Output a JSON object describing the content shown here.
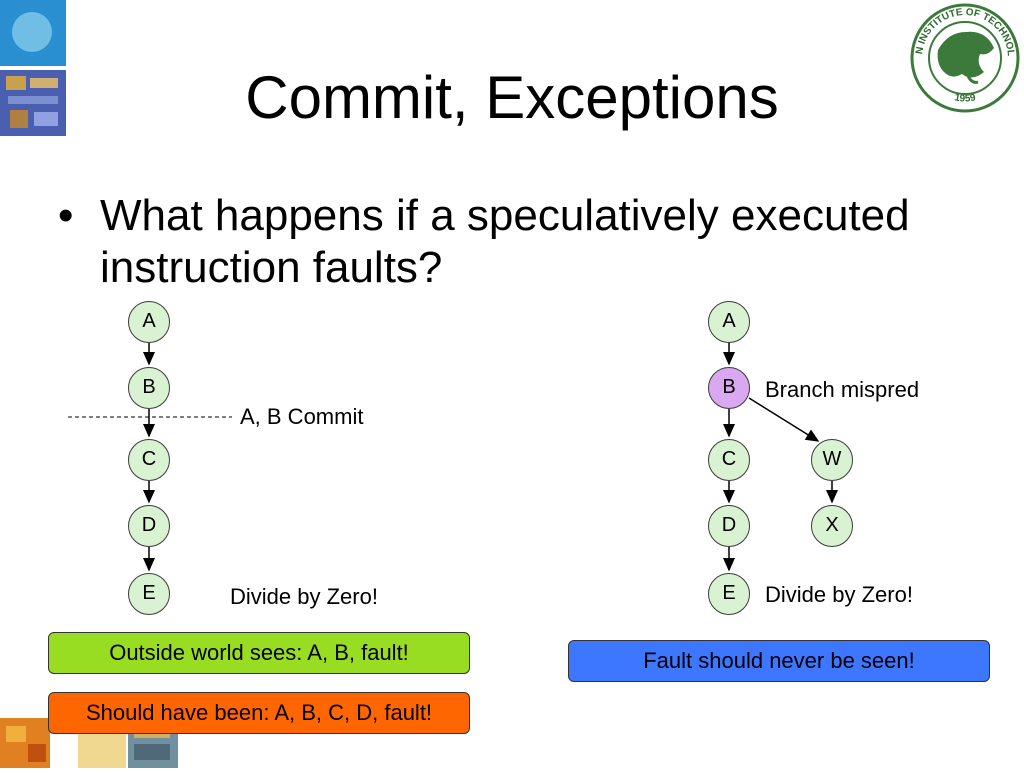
{
  "slide": {
    "title": "Commit, Exceptions",
    "bullet": "What happens if a speculatively executed instruction faults?"
  },
  "left": {
    "nodes": [
      "A",
      "B",
      "C",
      "D",
      "E"
    ],
    "commit_label": "A, B Commit",
    "fault_label": "Divide by Zero!",
    "outside_box": "Outside world sees:  A, B, fault!",
    "should_box": "Should have been:  A, B, C, D, fault!"
  },
  "right": {
    "nodes": [
      "A",
      "B",
      "C",
      "D",
      "E"
    ],
    "branch_nodes": [
      "W",
      "X"
    ],
    "mispred_label": "Branch mispred",
    "fault_label": "Divide by Zero!",
    "never_box": "Fault should never be seen!"
  },
  "logo": {
    "text_top": "ASIAN INSTITUTE OF TECHNOLOGY",
    "year": "1959"
  },
  "colors": {
    "node_fill": "#d9f3d2",
    "highlight_node": "#d9a8f0",
    "green_box": "#99dd22",
    "orange_box": "#ff6600",
    "blue_box": "#3d77ff"
  }
}
